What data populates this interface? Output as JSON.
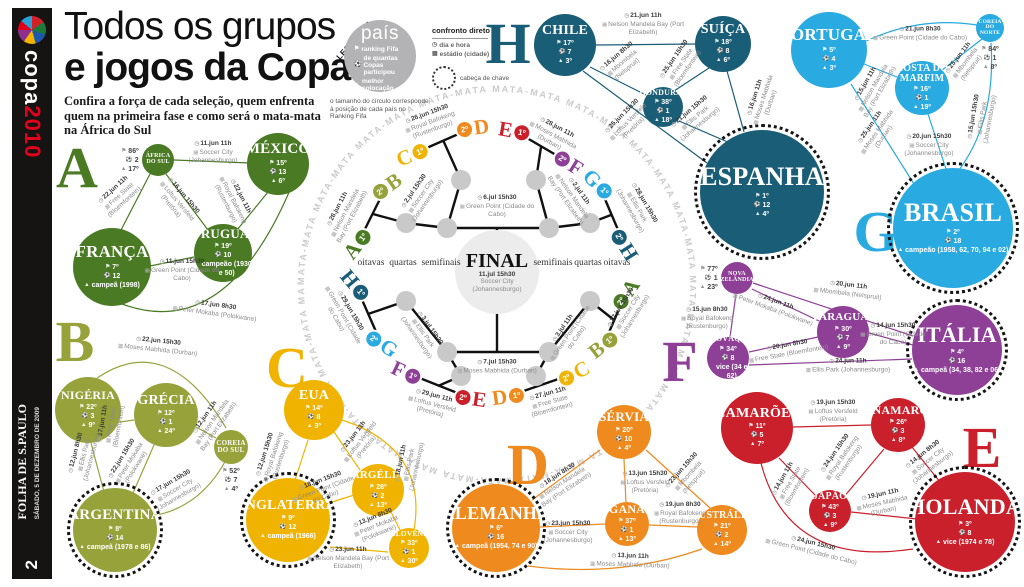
{
  "masthead": {
    "brand_copa": "copa",
    "brand_year": "2010",
    "paper_name": "FOLHA DE S.PAULO",
    "paper_date": "SÁBADO, 5 DE DEZEMBRO DE 2009",
    "page_number": "2"
  },
  "header": {
    "title_line1": "Todos os grupos",
    "title_line2": "e jogos da Copa",
    "subtitle": "Confira a força de cada seleção, quem enfrenta quem na primeira fase e como será o mata-mata na África do Sul"
  },
  "icons": {
    "ranking": "⚑",
    "world_cups": "⚽",
    "best_result": "▲",
    "clock": "◷",
    "stadium": "▦"
  },
  "legend": {
    "label": "LEGENDAS",
    "country_sample": "país",
    "items": [
      {
        "icon": "ranking-icon",
        "label": "ranking Fifa"
      },
      {
        "icon": "world-cups-icon",
        "label": "de quantas Copas participou"
      },
      {
        "icon": "best-result-icon",
        "label": "melhor colocação"
      }
    ],
    "confronto": {
      "title": "confronto direto",
      "line1": "dia e hora",
      "line2": "estádio (cidade)"
    },
    "seed": "cabeça de chave",
    "note": "o tamanho do círculo corresponde à posição de cada país no Ranking Fifa"
  },
  "groups": [
    {
      "letter": "A",
      "color": "#4a7a23",
      "teams": [
        {
          "name": "ÁFRICA DO SUL",
          "rank": "86º",
          "copas": "2",
          "best": "17º",
          "seed": false
        },
        {
          "name": "MÉXICO",
          "rank": "15º",
          "copas": "13",
          "best": "6º",
          "seed": false
        },
        {
          "name": "FRANÇA",
          "rank": "7º",
          "copas": "12",
          "best": "campeã (1998)",
          "seed": false
        },
        {
          "name": "URUGUAI",
          "rank": "19º",
          "copas": "10",
          "best": "campeão (1930 e 50)",
          "seed": false
        }
      ],
      "matches": [
        {
          "when": "11.jun 11h",
          "venue": "Soccer City (Johannesburgo)"
        },
        {
          "when": "22.jun 11h",
          "venue": "Free State (Bloemfontein)"
        },
        {
          "when": "16.jun 15h30",
          "venue": "Loftus Versfeld (Pretória)"
        },
        {
          "when": "22.jun 11h",
          "venue": "Royal Bafokeng (Rustenburgo)"
        },
        {
          "when": "11.jun 15h30",
          "venue": "Green Point (Cidade do Cabo)"
        },
        {
          "when": "17.jun 8h30",
          "venue": "Peter Mokaba (Polokwane)"
        }
      ]
    },
    {
      "letter": "B",
      "color": "#97a23b",
      "teams": [
        {
          "name": "NIGÉRIA",
          "rank": "22º",
          "copas": "3",
          "best": "9º",
          "seed": false
        },
        {
          "name": "GRÉCIA",
          "rank": "12º",
          "copas": "1",
          "best": "24º",
          "seed": false
        },
        {
          "name": "COREIA DO SUL",
          "rank": "52º",
          "copas": "7",
          "best": "4º",
          "seed": false
        },
        {
          "name": "ARGENTINA",
          "rank": "8º",
          "copas": "14",
          "best": "campeã (1978 e 86)",
          "seed": true
        }
      ],
      "matches": [
        {
          "when": "22.jun 15h30",
          "venue": "Moses Mabhida (Durban)"
        },
        {
          "when": "17.jun 11h",
          "venue": "Free State (Bloemfontein)"
        },
        {
          "when": "12.jun 11h",
          "venue": "Nelson Mandela Bay (Port Elizabeth)"
        },
        {
          "when": "12.jun 8h30",
          "venue": "Ellis Park (Johannesburgo)"
        },
        {
          "when": "22.jun 15h30",
          "venue": "Peter Mokaba (Polokwane)"
        },
        {
          "when": "17.jun 15h30",
          "venue": "Soccer City (Johannesburgo)"
        }
      ]
    },
    {
      "letter": "C",
      "color": "#f0b400",
      "teams": [
        {
          "name": "EUA",
          "rank": "14º",
          "copas": "8",
          "best": "3º",
          "seed": false
        },
        {
          "name": "ARGÉLIA",
          "rank": "28º",
          "copas": "2",
          "best": "13º",
          "seed": false
        },
        {
          "name": "ESLOVÊNIA",
          "rank": "33º",
          "copas": "1",
          "best": "30º",
          "seed": false
        },
        {
          "name": "INGLATERRA",
          "rank": "9º",
          "copas": "12",
          "best": "campeã (1966)",
          "seed": true
        }
      ],
      "matches": [
        {
          "when": "12.jun 15h30",
          "venue": "Royal Bafokeng (Rustenburgo)"
        },
        {
          "when": "23.jun 11h",
          "venue": "Loftus Versfeld (Pretória)"
        },
        {
          "when": "18.jun 11h",
          "venue": "Ellis Park (Johannesburgo)"
        },
        {
          "when": "18.jun 15h30",
          "venue": "Green Point (Cidade do Cabo)"
        },
        {
          "when": "13.jun 8h30",
          "venue": "Peter Mokaba (Polokwane)"
        },
        {
          "when": "23.jun 11h",
          "venue": "Nelson Mandela Bay (Port Elizabeth)"
        }
      ]
    },
    {
      "letter": "D",
      "color": "#ee8a1e",
      "teams": [
        {
          "name": "SÉRVIA",
          "rank": "20º",
          "copas": "10",
          "best": "4º",
          "seed": false
        },
        {
          "name": "GANA",
          "rank": "37º",
          "copas": "1",
          "best": "13º",
          "seed": false
        },
        {
          "name": "AUSTRÁLIA",
          "rank": "21º",
          "copas": "2",
          "best": "14º",
          "seed": false
        },
        {
          "name": "ALEMANHA",
          "rank": "6º",
          "copas": "16",
          "best": "campeã (1954, 74 e 90)",
          "seed": true
        }
      ],
      "matches": [
        {
          "when": "18.jun 8h30",
          "venue": "Nelson Mandela Bay (Port Elizabeth)"
        },
        {
          "when": "13.jun 15h30",
          "venue": "Loftus Versfeld (Pretória)"
        },
        {
          "when": "23.jun 15h30",
          "venue": "Mbombela (Nelspruit)"
        },
        {
          "when": "23.jun 15h30",
          "venue": "Soccer City (Johannesburgo)"
        },
        {
          "when": "19.jun 8h30",
          "venue": "Royal Bafokeng (Rustenburgo)"
        },
        {
          "when": "13.jun 11h",
          "venue": "Moses Mabhida (Durban)"
        }
      ]
    },
    {
      "letter": "E",
      "color": "#c9202c",
      "teams": [
        {
          "name": "CAMARÕES",
          "rank": "11º",
          "copas": "5",
          "best": "7º",
          "seed": false
        },
        {
          "name": "DINAMARCA",
          "rank": "26º",
          "copas": "3",
          "best": "8º",
          "seed": false
        },
        {
          "name": "JAPÃO",
          "rank": "43º",
          "copas": "3",
          "best": "9º",
          "seed": false
        },
        {
          "name": "HOLANDA",
          "rank": "3º",
          "copas": "8",
          "best": "vice (1974 e 78)",
          "seed": true
        }
      ],
      "matches": [
        {
          "when": "19.jun 15h30",
          "venue": "Loftus Versfeld (Pretória)"
        },
        {
          "when": "14.jun 11h",
          "venue": "Free State (Bloemfontein)"
        },
        {
          "when": "24.jun 15h30",
          "venue": "Royal Bafokeng (Rustenburgo)"
        },
        {
          "when": "14.jun 8h30",
          "venue": "Soccer City (Johannesburgo)"
        },
        {
          "when": "19.jun 11h",
          "venue": "Moses Mabhida (Durban)"
        },
        {
          "when": "24.jun 15h30",
          "venue": "Green Point (Cidade do Cabo)"
        }
      ]
    },
    {
      "letter": "F",
      "color": "#8e4097",
      "teams": [
        {
          "name": "NOVA ZELÂNDIA",
          "rank": "77º",
          "copas": "1",
          "best": "23º",
          "seed": false
        },
        {
          "name": "PARAGUAI",
          "rank": "30º",
          "copas": "7",
          "best": "9º",
          "seed": false
        },
        {
          "name": "ESLOVÁQUIA",
          "rank": "34º",
          "copas": "8",
          "best": "vice (34 e 62)",
          "seed": false
        },
        {
          "name": "ITÁLIA",
          "rank": "4º",
          "copas": "16",
          "best": "campeã (34, 38, 82 e 06)",
          "seed": true
        }
      ],
      "matches": [
        {
          "when": "15.jun 8h30",
          "venue": "Royal Bafokeng (Rustenburgo)"
        },
        {
          "when": "20.jun 11h",
          "venue": "Mbombela (Nelspruit)"
        },
        {
          "when": "24.jun 11h",
          "venue": "Peter Mokaba (Polokwane)"
        },
        {
          "when": "14.jun 15h30",
          "venue": "Green Point (Cidade do Cabo)"
        },
        {
          "when": "20.jun 8h30",
          "venue": "Free State (Bloemfontein)"
        },
        {
          "when": "24.jun 11h",
          "venue": "Ellis Park (Johannesburgo)"
        }
      ]
    },
    {
      "letter": "G",
      "color": "#29aae1",
      "teams": [
        {
          "name": "PORTUGAL",
          "rank": "5º",
          "copas": "4",
          "best": "3º",
          "seed": false
        },
        {
          "name": "COSTA DO MARFIM",
          "rank": "16º",
          "copas": "1",
          "best": "19º",
          "seed": false
        },
        {
          "name": "COREIA DO NORTE",
          "rank": "84º",
          "copas": "1",
          "best": "8º",
          "seed": false
        },
        {
          "name": "BRASIL",
          "rank": "2º",
          "copas": "18",
          "best": "campeão (1958, 62, 70, 94 e 02)",
          "seed": true
        }
      ],
      "matches": [
        {
          "when": "15.jun 11h",
          "venue": "Nelson Mandela Bay (Port Elizabeth)"
        },
        {
          "when": "21.jun 8h30",
          "venue": "Green Point (Cidade do Cabo)"
        },
        {
          "when": "25.jun 11h",
          "venue": "Mbombela (Nelspruit)"
        },
        {
          "when": "15.jun 15h30",
          "venue": "Ellis Park (Johannesburgo)"
        },
        {
          "when": "20.jun 15h30",
          "venue": "Soccer City (Johannesburgo)"
        },
        {
          "when": "25.jun 11h",
          "venue": "Moses Mabhida (Durban)"
        }
      ]
    },
    {
      "letter": "H",
      "color": "#1a5d77",
      "teams": [
        {
          "name": "CHILE",
          "rank": "17º",
          "copas": "7",
          "best": "3º",
          "seed": false
        },
        {
          "name": "SUÍÇA",
          "rank": "18º",
          "copas": "8",
          "best": "6º",
          "seed": false
        },
        {
          "name": "HONDURAS",
          "rank": "38º",
          "copas": "1",
          "best": "18º",
          "seed": false
        },
        {
          "name": "ESPANHA",
          "rank": "1º",
          "copas": "12",
          "best": "4º",
          "seed": true
        }
      ],
      "matches": [
        {
          "when": "21.jun 11h",
          "venue": "Nelson Mandela Bay (Port Elizabeth)"
        },
        {
          "when": "16.jun 8h30",
          "venue": "Mbombela (Nelspruit)"
        },
        {
          "when": "25.jun 15h30",
          "venue": "Free State (Bloemfontein)"
        },
        {
          "when": "21.jun 15h30",
          "venue": "Ellis Park (Johannesburgo)"
        },
        {
          "when": "16.jun 11h",
          "venue": "Moses Mabhida (Durban)"
        },
        {
          "when": "25.jun 15h30",
          "venue": "Loftus Versfeld (Pretória)"
        }
      ]
    }
  ],
  "bracket": {
    "ring_text": "MATA-MATA",
    "stage_labels": [
      "oitavas",
      "quartas",
      "semifinais"
    ],
    "r16": [
      {
        "home_group": "A",
        "home_pos": "1º",
        "away_group": "B",
        "away_pos": "2º",
        "when": "26.jun 11h",
        "venue": "Nelson Mandela Bay (Port Elizabeth)"
      },
      {
        "home_group": "C",
        "home_pos": "1º",
        "away_group": "D",
        "away_pos": "2º",
        "when": "26.jun 15h30",
        "venue": "Royal Bafokeng (Rustenburgo)"
      },
      {
        "home_group": "E",
        "home_pos": "1º",
        "away_group": "F",
        "away_pos": "2º",
        "when": "28.jun 11h",
        "venue": "Moses Mabhida (Durban)"
      },
      {
        "home_group": "G",
        "home_pos": "1º",
        "away_group": "H",
        "away_pos": "2º",
        "when": "28.jun 15h30",
        "venue": "Ellis Park (Johannesburgo)"
      },
      {
        "home_group": "H",
        "home_pos": "1º",
        "away_group": "G",
        "away_pos": "2º",
        "when": "29.jun 15h30",
        "venue": "Green Point (Cidade do Cabo)"
      },
      {
        "home_group": "F",
        "home_pos": "1º",
        "away_group": "E",
        "away_pos": "2º",
        "when": "29.jun 11h",
        "venue": "Loftus Versfeld (Pretória)"
      },
      {
        "home_group": "D",
        "home_pos": "1º",
        "away_group": "C",
        "away_pos": "2º",
        "when": "27.jun 11h",
        "venue": "Free State (Bloemfontein)"
      },
      {
        "home_group": "B",
        "home_pos": "1º",
        "away_group": "A",
        "away_pos": "2º",
        "when": "27.jun 15h30",
        "venue": "Soccer City (Johannesburgo)"
      }
    ],
    "quarters": [
      {
        "when": "2.jul 15h30",
        "venue": "Soccer City (Johannesburgo)"
      },
      {
        "when": "2.jul 11h",
        "venue": "Nelson Mandela Bay (Port Elizabeth)"
      },
      {
        "when": "3.jul 15h30",
        "venue": "Ellis Park (Johannesburgo)"
      },
      {
        "when": "3.jul 11h",
        "venue": "Green Point (Cidade do Cabo)"
      }
    ],
    "semis": [
      {
        "when": "6.jul 15h30",
        "venue": "Green Point (Cidade do Cabo)"
      },
      {
        "when": "7.jul 15h30",
        "venue": "Moses Mabhida (Durban)"
      }
    ],
    "final": {
      "label": "FINAL",
      "when": "11.jul 15h30",
      "venue": "Soccer City (Johannesburgo)"
    }
  }
}
